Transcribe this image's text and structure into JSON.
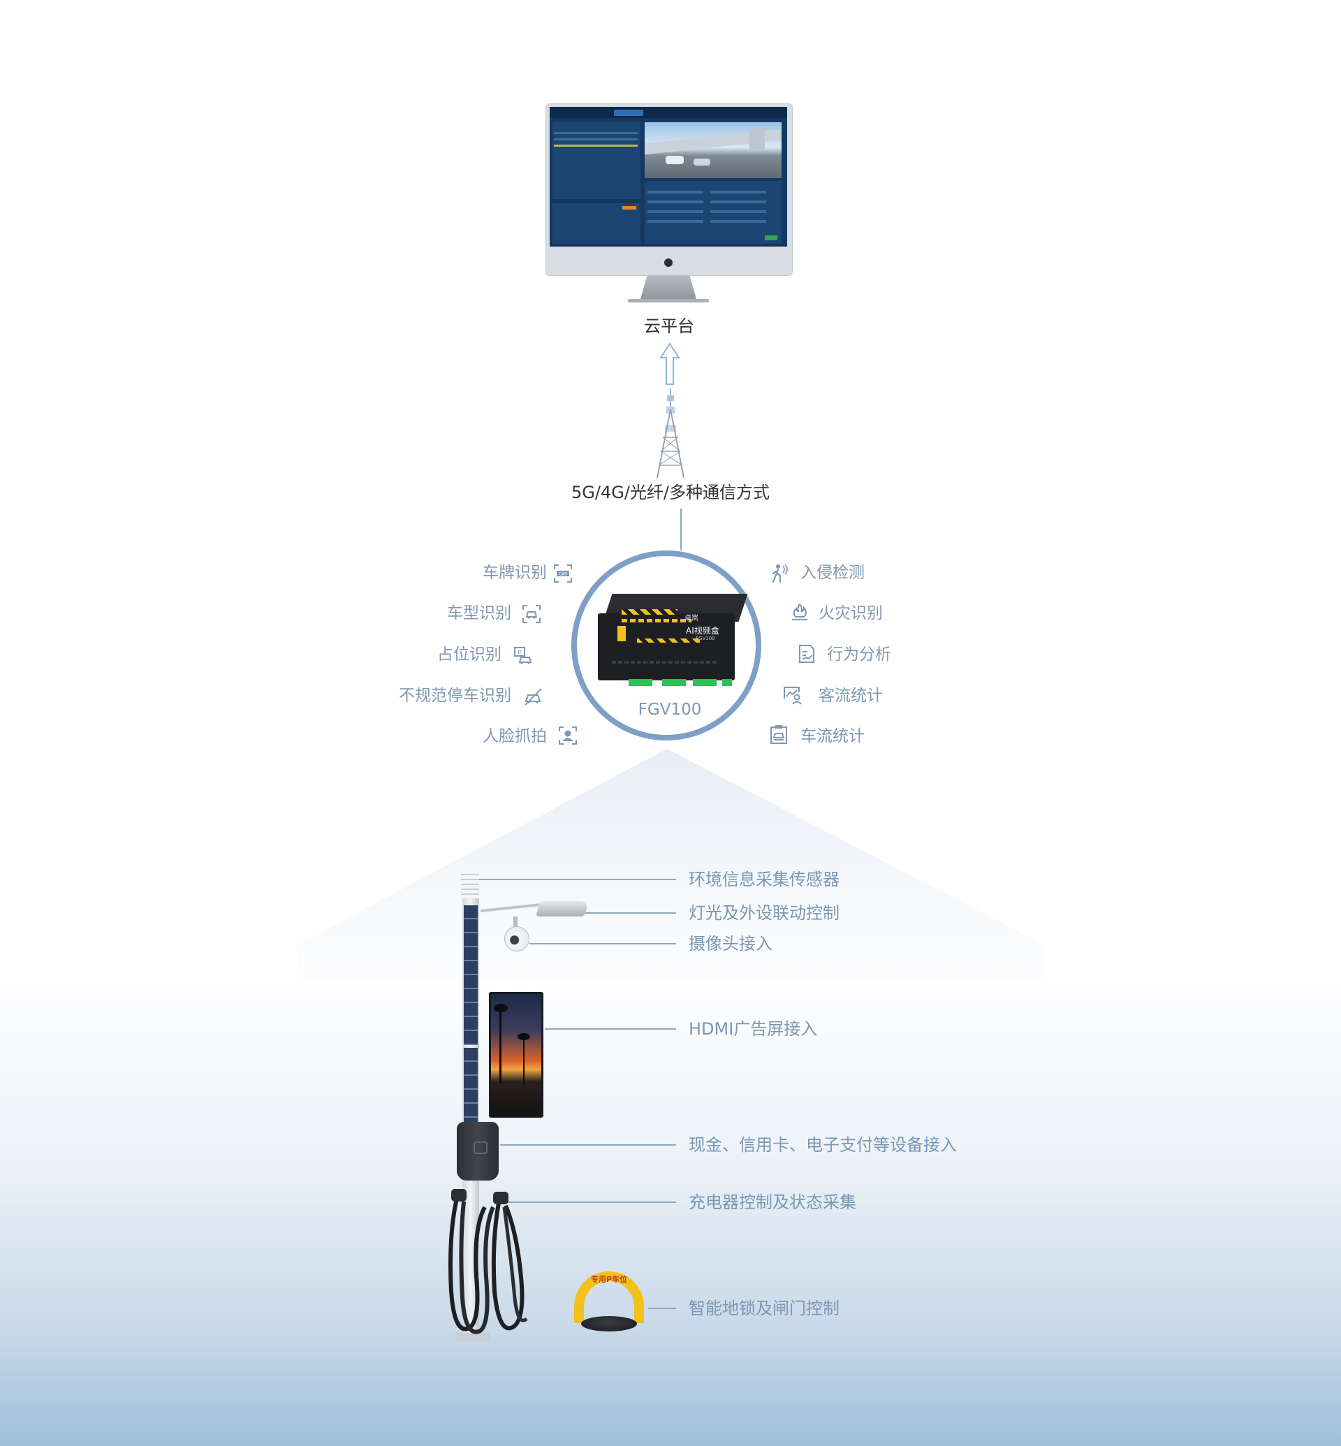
{
  "cloud": {
    "label": "云平台"
  },
  "network": {
    "label": "5G/4G/光纤/多种通信方式"
  },
  "device": {
    "model": "FGV100",
    "name": "AI视频盒",
    "sub": "FGV100",
    "brand": "卓岚"
  },
  "features_left": [
    {
      "label": "车牌识别",
      "icon": "license-plate-icon"
    },
    {
      "label": "车型识别",
      "icon": "car-type-icon"
    },
    {
      "label": "占位识别",
      "icon": "parking-occupancy-icon"
    },
    {
      "label": "不规范停车识别",
      "icon": "illegal-parking-icon"
    },
    {
      "label": "人脸抓拍",
      "icon": "face-capture-icon"
    }
  ],
  "features_right": [
    {
      "label": "入侵检测",
      "icon": "intrusion-walker-icon"
    },
    {
      "label": "火灾识别",
      "icon": "fire-icon"
    },
    {
      "label": "行为分析",
      "icon": "behavior-analysis-icon"
    },
    {
      "label": "客流统计",
      "icon": "passenger-flow-icon"
    },
    {
      "label": "车流统计",
      "icon": "traffic-flow-icon"
    }
  ],
  "pole_labels": [
    "环境信息采集传感器",
    "灯光及外设联动控制",
    "摄像头接入",
    "HDMI广告屏接入",
    "现金、信用卡、电子支付等设备接入",
    "充电器控制及状态采集",
    "智能地锁及闸门控制"
  ],
  "parking_lock": {
    "text": "专用P车位"
  },
  "colors": {
    "circle": "#7fa0c6",
    "label": "#7a97b5",
    "screen": "#153e68",
    "device_yellow": "#f2c21b",
    "terminal_green": "#2fbf55"
  }
}
